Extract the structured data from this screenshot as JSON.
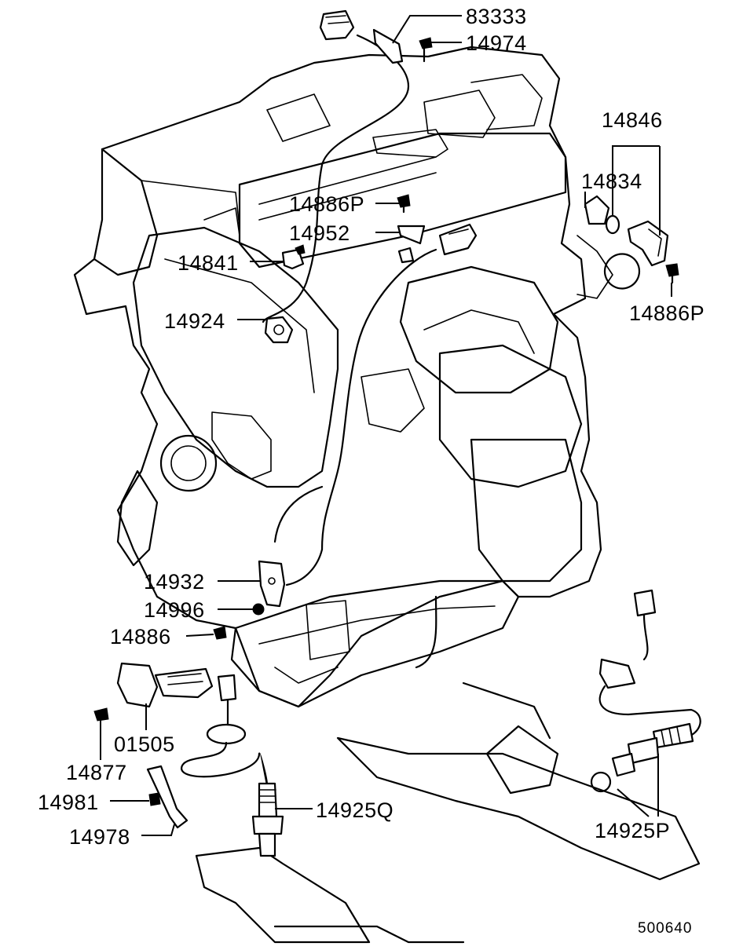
{
  "diagram": {
    "figure_id": "500640",
    "labels": {
      "p83333": "83333",
      "p14974": "14974",
      "p14846": "14846",
      "p14834": "14834",
      "p14886P_top": "14886P",
      "p14952": "14952",
      "p14841": "14841",
      "p14886P_right": "14886P",
      "p14924": "14924",
      "p14932": "14932",
      "p14996": "14996",
      "p14886": "14886",
      "p01505": "01505",
      "p14877": "14877",
      "p14981": "14981",
      "p14978": "14978",
      "p14925Q": "14925Q",
      "p14925P": "14925P"
    }
  }
}
